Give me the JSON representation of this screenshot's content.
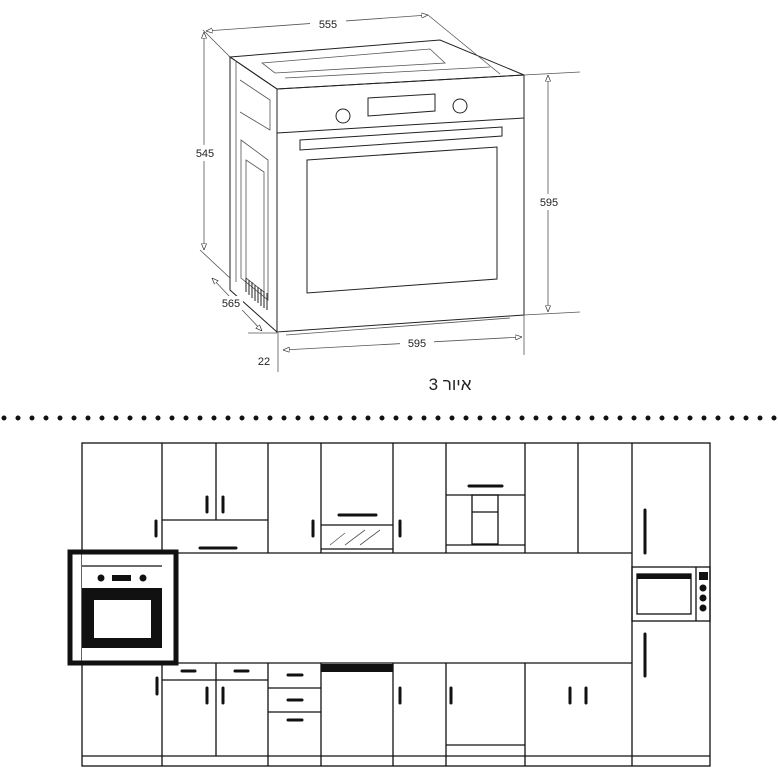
{
  "dimensions": {
    "top_width": "555",
    "side_height": "545",
    "front_height": "595",
    "depth": "565",
    "front_thickness": "22",
    "front_width": "595"
  },
  "caption": "איור 3"
}
